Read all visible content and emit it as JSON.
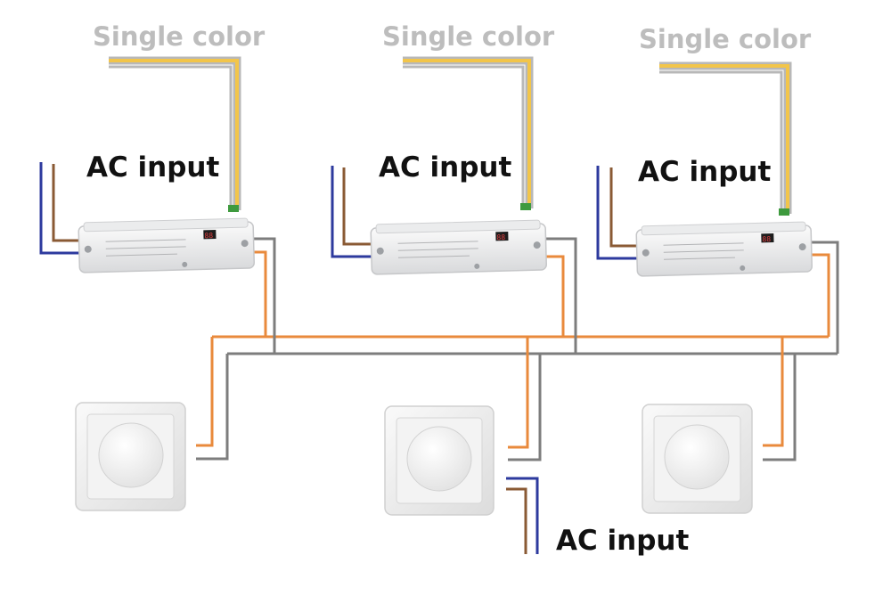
{
  "strip_label": "Single color",
  "ac_label": "AC input",
  "colors": {
    "live_wire": "#8a5a34",
    "neutral_wire": "#2d3a9e",
    "bus_orange": "#e98a3c",
    "bus_gray": "#7d7d7d",
    "strip_yellow": "#f2c54a",
    "strip_gray": "#b8b8b8",
    "driver_case": "#f1f2f3",
    "panel_plate": "#f4f4f4"
  },
  "devices": {
    "drivers": [
      {
        "name": "driver-1",
        "display": "88"
      },
      {
        "name": "driver-2",
        "display": "88"
      },
      {
        "name": "driver-3",
        "display": "88"
      }
    ],
    "dimmers": [
      "rotary-dimmer-left",
      "rotary-dimmer-center",
      "rotary-dimmer-right"
    ]
  }
}
